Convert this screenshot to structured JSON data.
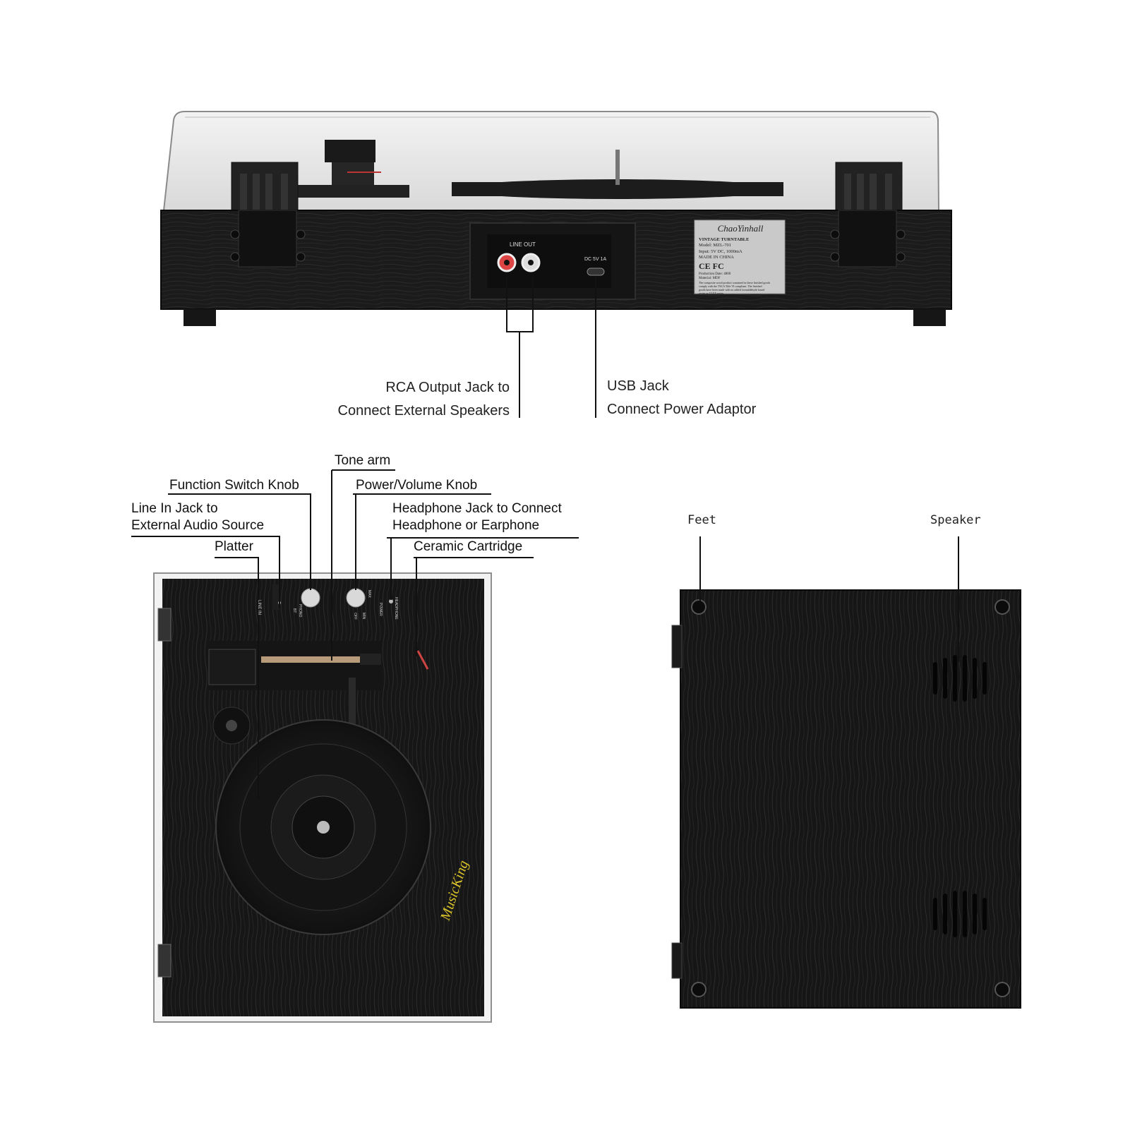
{
  "rear_view": {
    "callouts": {
      "rca": [
        "RCA Output Jack to",
        "Connect External Speakers"
      ],
      "usb": [
        "USB Jack",
        "Connect Power Adaptor"
      ]
    },
    "panel": {
      "line_out": "LINE OUT",
      "dc_in": "DC 5V 1A"
    },
    "rating_plate": {
      "brand": "ChaoYinhall",
      "product": "VINTAGE TURNTABLE",
      "model": "Model: MZL-701",
      "input": "Input: 5V DC, 1000mA",
      "origin": "MADE IN CHINA",
      "marks": "CE FC",
      "production_date": "Production Date: 4800",
      "material": "Material: MDF",
      "notice_1": "The composite wood product contained in these finished goods",
      "notice_2": "comply with the TSCA Title VI compliant. The finished",
      "notice_3": "goods have been made with no added formaldehyde based",
      "notice_4": "resins or ULEF resins"
    }
  },
  "top_view": {
    "callouts": {
      "tone_arm": "Tone arm",
      "function_switch": "Function Switch Knob",
      "power_volume": "Power/Volume Knob",
      "line_in": [
        "Line In Jack to",
        "External Audio Source"
      ],
      "headphone": [
        "Headphone Jack to Connect",
        "Headphone or Earphone"
      ],
      "platter": "Platter",
      "cartridge": "Ceramic Cartridge"
    },
    "panel_marks": {
      "line_in": "LINE IN",
      "phono": "PHONO",
      "bt": "BT",
      "max": "MAX",
      "off": "OFF",
      "min": "MIN",
      "power": "POWER",
      "headphone": "HEADPHONE"
    },
    "logo": "MusicKing"
  },
  "bottom_view": {
    "callouts": {
      "feet": "Feet",
      "speaker": "Speaker"
    }
  }
}
